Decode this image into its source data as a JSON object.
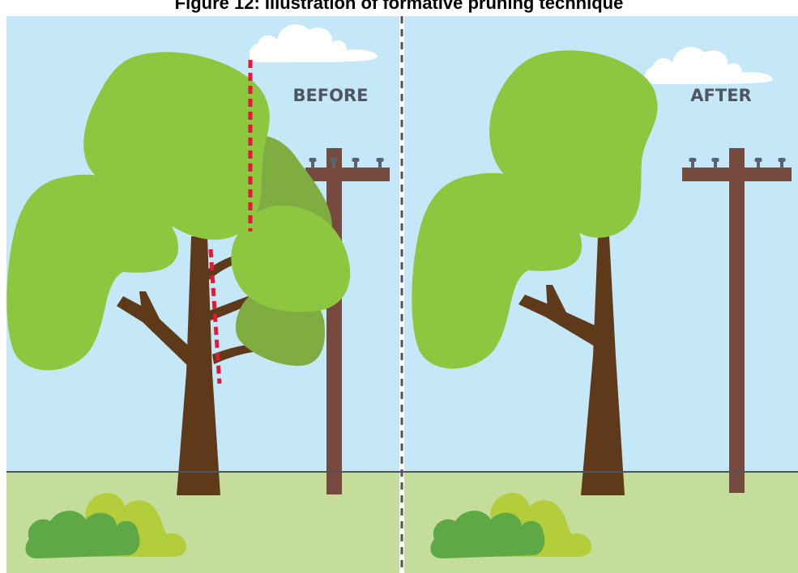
{
  "title": "Figure 12: Illustration of formative pruning technique",
  "panels": {
    "before": {
      "label": "BEFORE"
    },
    "after": {
      "label": "AFTER"
    }
  },
  "colors": {
    "sky": "#c4e8f7",
    "ground": "#c5dd9a",
    "horizon_line": "#4d5460",
    "trunk": "#5f3a1a",
    "foliage_light": "#8dc63f",
    "foliage_dark": "#7fad42",
    "pole": "#764a3f",
    "insulator": "#5a6170",
    "cloud": "#ffffff",
    "bush_dark": "#5ea846",
    "bush_light": "#b4cd3a",
    "pruning_cut": "#e3173a",
    "divider": "#4d5460",
    "label_text": "#4e5661"
  },
  "icons": [
    "tree",
    "utility-pole",
    "cloud",
    "bush",
    "pruning-cut-line"
  ]
}
